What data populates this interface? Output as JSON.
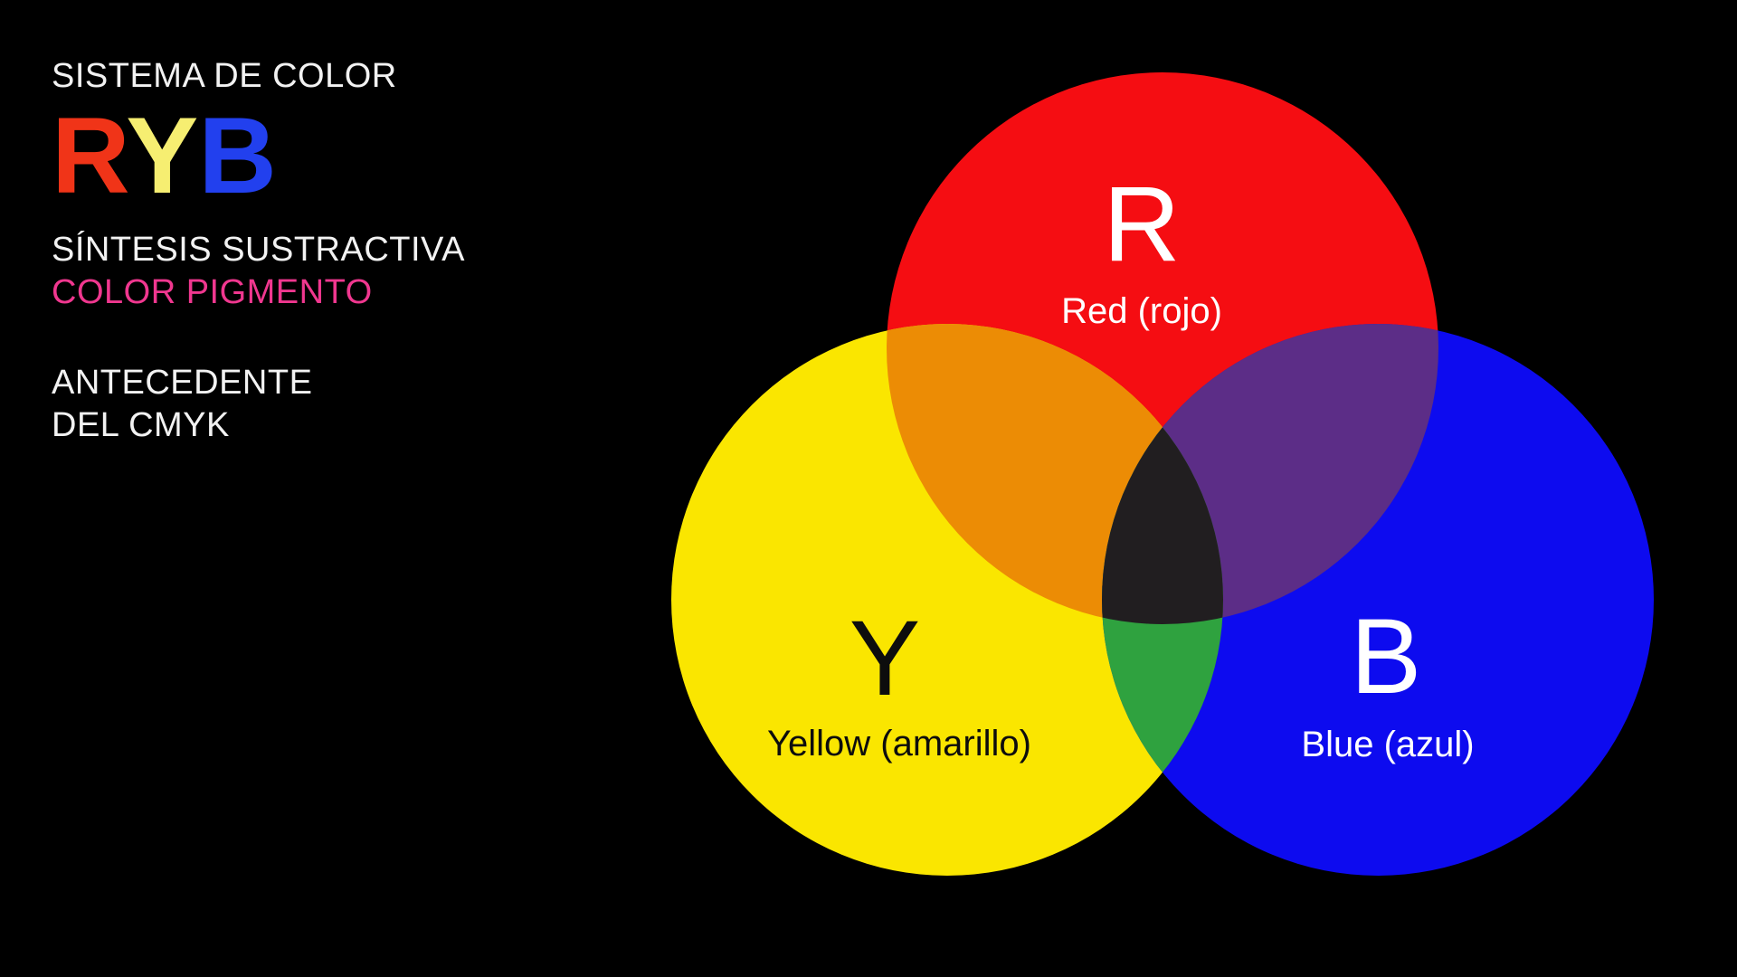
{
  "background": "#000000",
  "panel": {
    "eyebrow": "SISTEMA DE COLOR",
    "eyebrow_color": "#F2F2F2",
    "acronym": {
      "r": {
        "letter": "R",
        "color": "#F03418"
      },
      "y": {
        "letter": "Y",
        "color": "#F6EE71"
      },
      "b": {
        "letter": "B",
        "color": "#2240EE"
      }
    },
    "subtitle1": "SÍNTESIS SUSTRACTIVA",
    "subtitle1_color": "#F2F2F2",
    "subtitle2": "COLOR PIGMENTO",
    "subtitle2_color": "#F0378F",
    "note_line1": "ANTECEDENTE",
    "note_line2": "DEL CMYK",
    "note_color": "#F2F2F2"
  },
  "venn": {
    "red": {
      "letter": "R",
      "label": "Red (rojo)",
      "fill": "#F50D12",
      "text_color": "#FFFFFF"
    },
    "yellow": {
      "letter": "Y",
      "label": "Yellow (amarillo)",
      "fill": "#FAE600",
      "text_color": "#0D0D0D"
    },
    "blue": {
      "letter": "B",
      "label": "Blue (azul)",
      "fill": "#0D0BEF",
      "text_color": "#FFFFFF"
    },
    "overlaps": {
      "red_yellow": "#EC8C05",
      "red_blue": "#5C2D87",
      "yellow_blue": "#2FA23F",
      "center": "#211E20"
    }
  }
}
